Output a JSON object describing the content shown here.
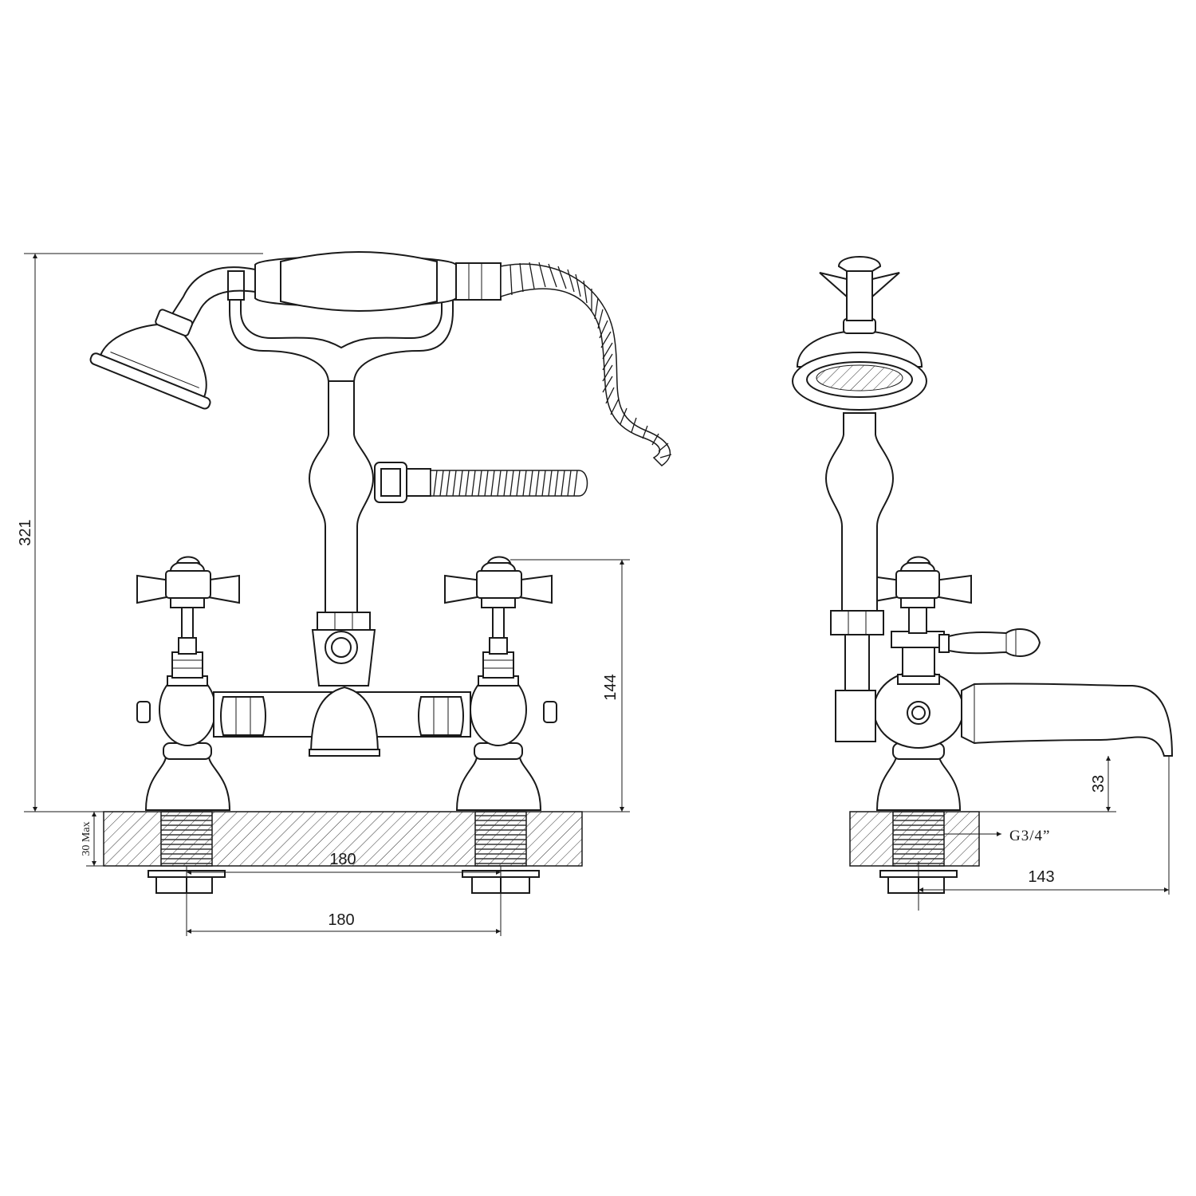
{
  "front_view": {
    "height_overall": "321",
    "height_valve": "144",
    "deck_thickness": "30 Max",
    "centres_on_deck": "180",
    "centres_below": "180"
  },
  "side_view": {
    "spout_clearance": "33",
    "spout_projection": "143",
    "inlet_thread": "G3/4”"
  }
}
